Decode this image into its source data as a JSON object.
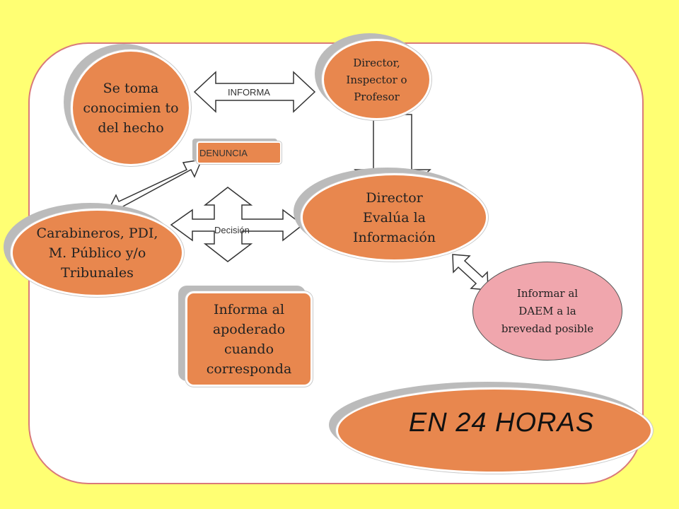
{
  "nodes": {
    "se_toma": "Se toma conocimien to del hecho",
    "director_inspector": "Director, Inspector o Profesor",
    "director_evalua": "Director Evalúa la Información",
    "carabineros": "Carabineros, PDI, M. Público y/o Tribunales",
    "informa_apoderado": "Informa al apoderado cuando corresponda",
    "informar_daem": "Informar al DAEM a la brevedad posible",
    "en_24_horas": "EN 24 HORAS"
  },
  "arrows": {
    "informa": "INFORMA",
    "denuncia": "DENUNCIA",
    "decision": "Decisión"
  },
  "colors": {
    "background": "#ffff73",
    "node_fill": "#e8874e",
    "pink_fill": "#f0a6ad",
    "panel_border": "#d97a7a"
  }
}
